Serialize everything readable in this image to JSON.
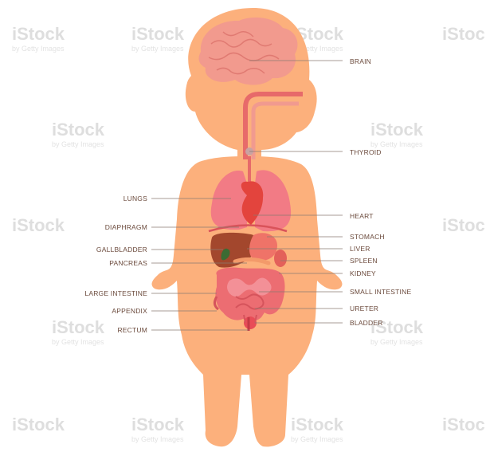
{
  "labels": {
    "brain": "BRAIN",
    "thyroid": "THYROID",
    "lungs": "LUNGS",
    "heart": "HEART",
    "diaphragm": "DIAPHRAGM",
    "stomach": "STOMACH",
    "gallbladder": "GALLBLADDER",
    "liver": "LIVER",
    "pancreas": "PANCREAS",
    "spleen": "SPLEEN",
    "kidney": "KIDNEY",
    "large_intestine": "LARGE INTESTINE",
    "small_intestine": "SMALL INTESTINE",
    "appendix": "APPENDIX",
    "ureter": "URETER",
    "rectum": "RECTUM",
    "bladder": "BLADDER"
  },
  "watermark": {
    "brand": "iStock",
    "credit": "by Getty Images"
  },
  "colors": {
    "skin": "#fcb07c",
    "brain": "#f29a8e",
    "lungs": "#f07f86",
    "heart": "#e1463f",
    "liver": "#a7482e",
    "stomach": "#f0766c",
    "intestine": "#ec6d72",
    "gallbladder": "#3c6b33",
    "label_text": "#6b4a3c"
  }
}
